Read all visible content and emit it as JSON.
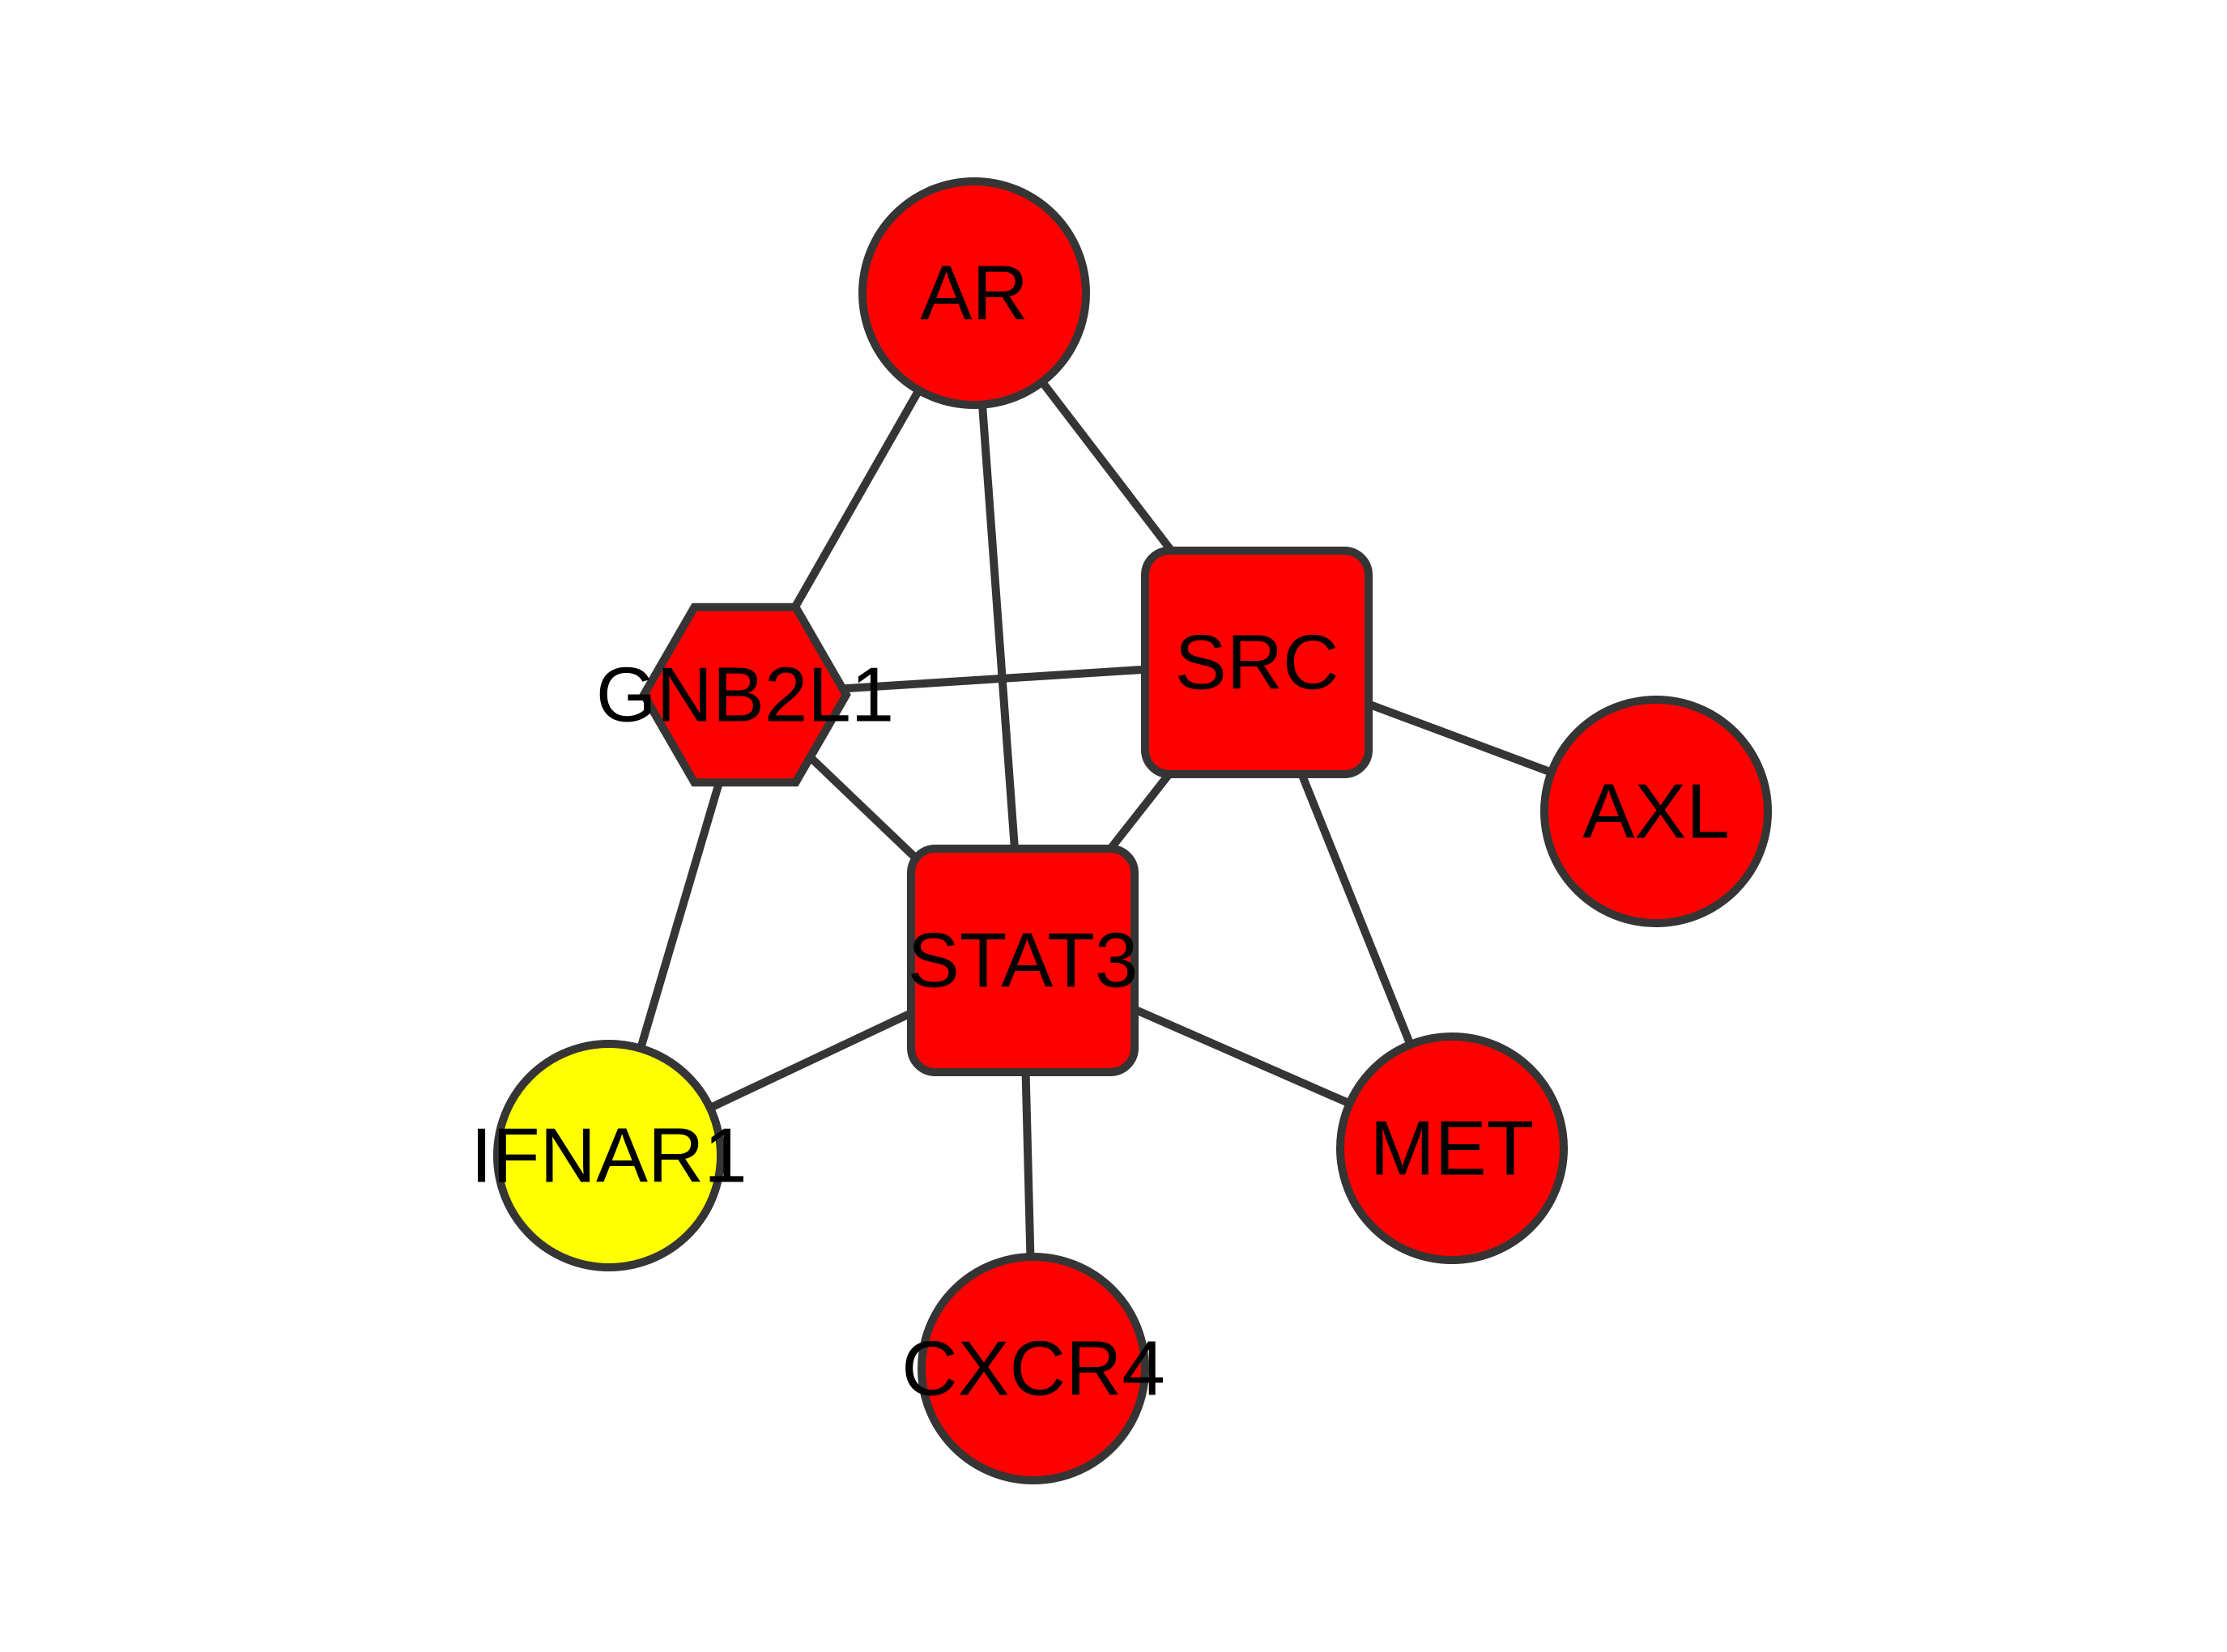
{
  "colors": {
    "background": "#ffffff",
    "node_stroke": "#353535",
    "edge": "#353535",
    "label": "#000000"
  },
  "nodes": [
    {
      "id": "AR",
      "label": "AR",
      "shape": "circle",
      "fill": "#ff0000"
    },
    {
      "id": "GNB2L1",
      "label": "GNB2L1",
      "shape": "hexagon",
      "fill": "#ff0000"
    },
    {
      "id": "SRC",
      "label": "SRC",
      "shape": "rounded-square",
      "fill": "#ff0000"
    },
    {
      "id": "AXL",
      "label": "AXL",
      "shape": "circle",
      "fill": "#ff0000"
    },
    {
      "id": "STAT3",
      "label": "STAT3",
      "shape": "rounded-square",
      "fill": "#ff0000"
    },
    {
      "id": "IFNAR1",
      "label": "IFNAR1",
      "shape": "circle",
      "fill": "#ffff00"
    },
    {
      "id": "MET",
      "label": "MET",
      "shape": "circle",
      "fill": "#ff0000"
    },
    {
      "id": "CXCR4",
      "label": "CXCR4",
      "shape": "circle",
      "fill": "#ff0000"
    }
  ],
  "edges": [
    {
      "source": "AR",
      "target": "GNB2L1"
    },
    {
      "source": "AR",
      "target": "STAT3"
    },
    {
      "source": "AR",
      "target": "SRC"
    },
    {
      "source": "GNB2L1",
      "target": "SRC"
    },
    {
      "source": "GNB2L1",
      "target": "STAT3"
    },
    {
      "source": "GNB2L1",
      "target": "IFNAR1"
    },
    {
      "source": "SRC",
      "target": "AXL"
    },
    {
      "source": "SRC",
      "target": "STAT3"
    },
    {
      "source": "SRC",
      "target": "MET"
    },
    {
      "source": "STAT3",
      "target": "IFNAR1"
    },
    {
      "source": "STAT3",
      "target": "MET"
    },
    {
      "source": "STAT3",
      "target": "CXCR4"
    }
  ]
}
